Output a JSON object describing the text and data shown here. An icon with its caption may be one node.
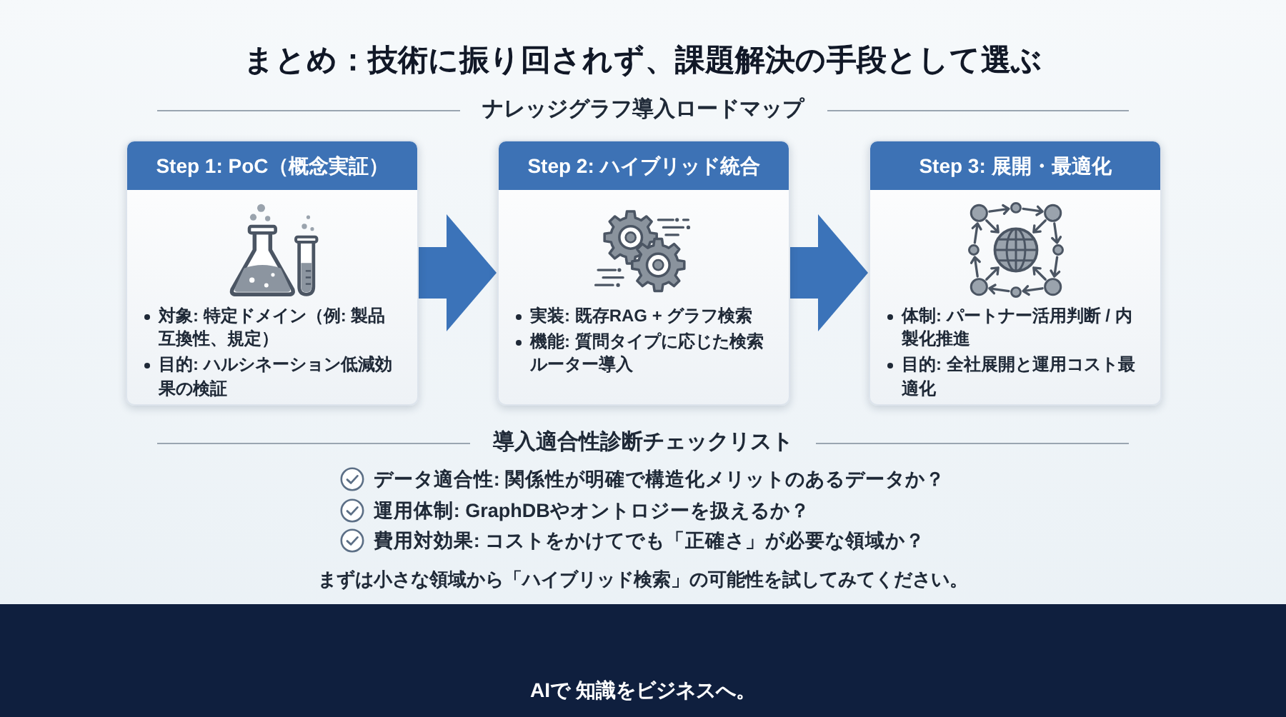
{
  "diagram": {
    "title": "まとめ：技術に振り回されず、課題解決の手段として選ぶ",
    "nodes": [
      {
        "text": [
          "Step 1: PoC（概念実証）",
          "対象: 特定ドメイン（例: 製品互換性、規定）",
          "目的: ハルシネーション低減効果の検証"
        ]
      },
      {
        "text": [
          "Step 2: ハイブリッド統合",
          "実装: 既存RAG + グラフ検索",
          "機能: 質問タイプに応じた検索ルーター導入"
        ]
      },
      {
        "text": [
          "Step 3: 展開・最適化",
          "体制: パートナー活用判断 / 内製化推進",
          "目的: 全社展開と運用コスト最適化"
        ]
      }
    ],
    "edges": [
      {
        "from": 0,
        "to": 1,
        "arrow": "to"
      },
      {
        "from": 1,
        "to": 2,
        "arrow": "to"
      }
    ],
    "labels": [
      "ナレッジグラフ導入ロードマップ",
      "導入適合性診断チェックリスト",
      "データ適合性: 関係性が明確で構造化メリットのあるデータか？",
      "運用体制: GraphDBやオントロジーを扱えるか？",
      "費用対効果: コストをかけてでも「正確さ」が必要な領域か？",
      "まずは小さな領域から「ハイブリッド検索」の可能性を試してみてください。",
      "AIで 知識をビジネスへ。"
    ]
  }
}
